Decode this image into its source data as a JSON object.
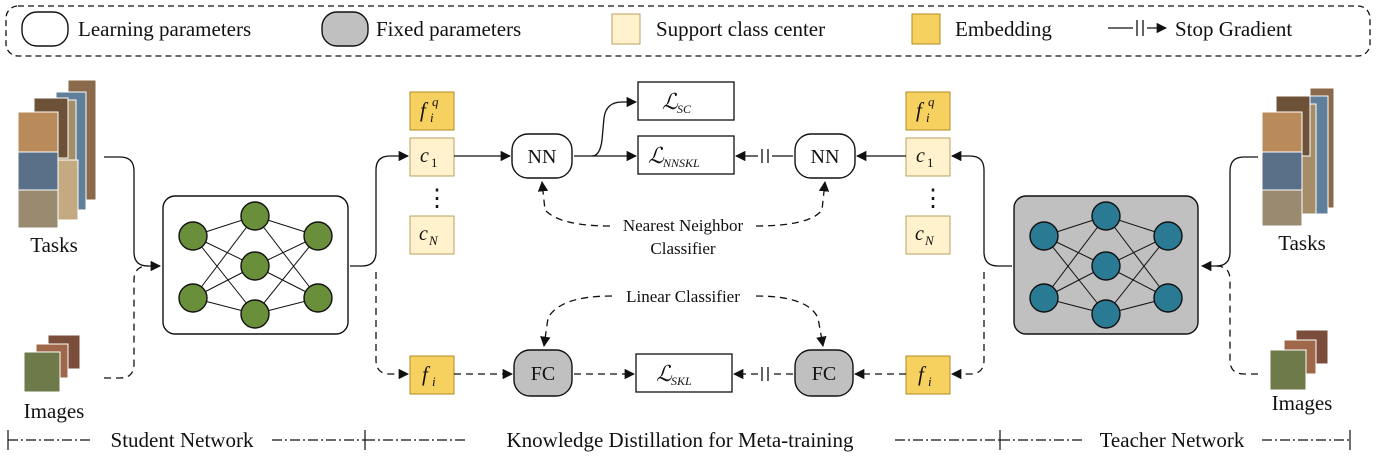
{
  "legend": {
    "learning": "Learning parameters",
    "fixed": "Fixed parameters",
    "support": "Support class center",
    "embedding": "Embedding",
    "stopgrad": "Stop Gradient"
  },
  "labels": {
    "tasks_left": "Tasks",
    "images_left": "Images",
    "tasks_right": "Tasks",
    "images_right": "Images",
    "nn_left": "NN",
    "nn_right": "NN",
    "fc_left": "FC",
    "fc_right": "FC",
    "nearest_line1": "Nearest Neighbor",
    "nearest_line2": "Classifier",
    "linear": "Linear Classifier",
    "ellipsis": "⋮"
  },
  "losses": {
    "sc_main": "ℒ",
    "sc_sub": "SC",
    "nnskl_main": "ℒ",
    "nnskl_sub": "NNSKL",
    "skl_main": "ℒ",
    "skl_sub": "SKL"
  },
  "symbols": {
    "fq_base": "f",
    "fq_sub": "i",
    "fq_sup": "q",
    "c1_base": "c",
    "c1_sub": "1",
    "cn_base": "c",
    "cn_sub": "N",
    "fi_base": "f",
    "fi_sub": "i"
  },
  "sections": {
    "student": "Student Network",
    "kd": "Knowledge Distillation for Meta-training",
    "teacher": "Teacher Network"
  },
  "colors": {
    "student_node": "#6a8f3a",
    "teacher_node": "#2a7a94",
    "fixed_fill": "#c0c0c0",
    "embedding_fill": "#f7d160",
    "support_fill": "#fff2cc",
    "photo_tones": [
      "#7a5a3a",
      "#a07c58",
      "#4e6e8e",
      "#b8a078",
      "#5b4632"
    ]
  }
}
